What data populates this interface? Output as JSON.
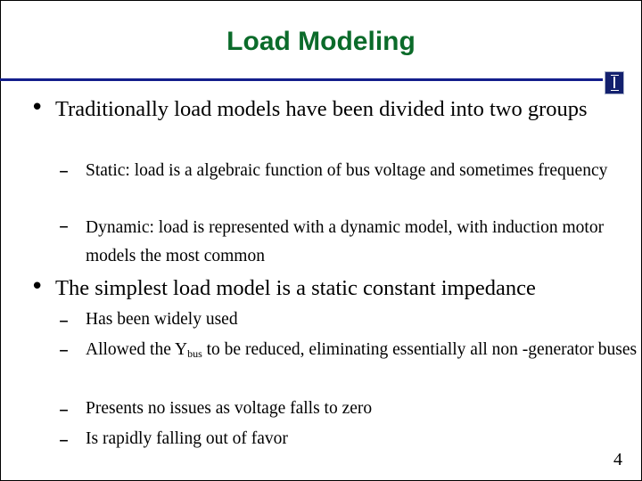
{
  "title": "Load Modeling",
  "bullets": [
    {
      "text": "Traditionally load models have been divided into two groups",
      "sub": [
        "Static: load is a algebraic function of bus voltage and sometimes frequency",
        "Dynamic: load is represented with a dynamic model, with induction motor models the most common"
      ]
    },
    {
      "text": "The simplest load model is a static constant impedance",
      "sub": [
        "Has been widely used",
        "Allowed the Y",
        "bus",
        "to be reduced, eliminating essentially all non -generator buses",
        "Presents no issues as voltage falls to zero",
        "Is rapidly falling out of favor"
      ]
    }
  ],
  "page_number": "4",
  "colors": {
    "title": "#0b6b2a",
    "rule": "#131e8c",
    "logo": "#13206e"
  },
  "icons": {
    "logo": "university-i-logo-icon"
  }
}
